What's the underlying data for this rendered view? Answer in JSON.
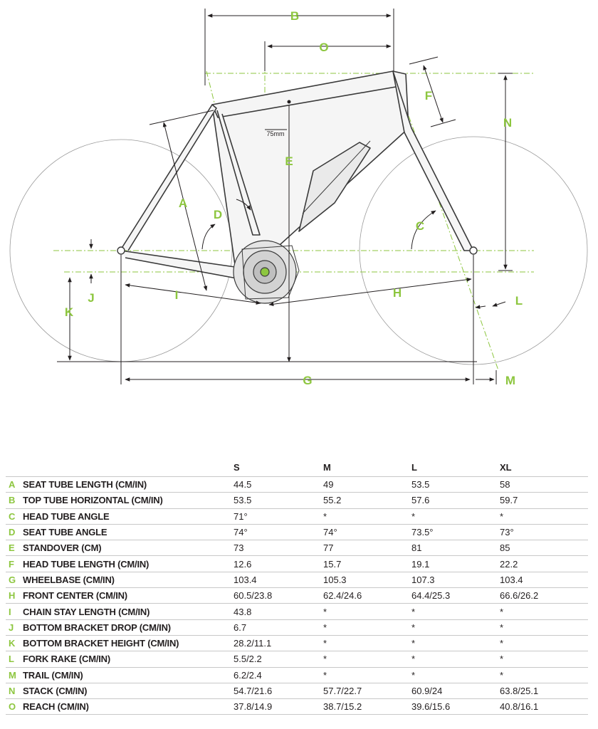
{
  "diagram": {
    "labels": {
      "A": "A",
      "B": "B",
      "C": "C",
      "D": "D",
      "E": "E",
      "F": "F",
      "G": "G",
      "H": "H",
      "I": "I",
      "J": "J",
      "K": "K",
      "L": "L",
      "M": "M",
      "N": "N",
      "O": "O"
    },
    "offset_note": "75mm"
  },
  "table": {
    "sizes": [
      "S",
      "M",
      "L",
      "XL"
    ],
    "rows": [
      {
        "letter": "A",
        "name": "SEAT TUBE LENGTH (CM/IN)",
        "values": [
          "44.5",
          "49",
          "53.5",
          "58"
        ]
      },
      {
        "letter": "B",
        "name": "TOP TUBE HORIZONTAL (CM/IN)",
        "values": [
          "53.5",
          "55.2",
          "57.6",
          "59.7"
        ]
      },
      {
        "letter": "C",
        "name": "HEAD TUBE ANGLE",
        "values": [
          "71°",
          "*",
          "*",
          "*"
        ]
      },
      {
        "letter": "D",
        "name": "SEAT TUBE ANGLE",
        "values": [
          "74°",
          "74°",
          "73.5°",
          "73°"
        ]
      },
      {
        "letter": "E",
        "name": "STANDOVER (CM)",
        "values": [
          "73",
          "77",
          "81",
          "85"
        ]
      },
      {
        "letter": "F",
        "name": "HEAD TUBE LENGTH (CM/IN)",
        "values": [
          "12.6",
          "15.7",
          "19.1",
          "22.2"
        ]
      },
      {
        "letter": "G",
        "name": "WHEELBASE (CM/IN)",
        "values": [
          "103.4",
          "105.3",
          "107.3",
          "103.4"
        ]
      },
      {
        "letter": "H",
        "name": "FRONT CENTER (CM/IN)",
        "values": [
          "60.5/23.8",
          "62.4/24.6",
          "64.4/25.3",
          "66.6/26.2"
        ]
      },
      {
        "letter": "I",
        "name": "CHAIN STAY LENGTH (CM/IN)",
        "values": [
          "43.8",
          "*",
          "*",
          "*"
        ]
      },
      {
        "letter": "J",
        "name": "BOTTOM BRACKET DROP (CM/IN)",
        "values": [
          "6.7",
          "*",
          "*",
          "*"
        ]
      },
      {
        "letter": "K",
        "name": "BOTTOM BRACKET HEIGHT (CM/IN)",
        "values": [
          "28.2/11.1",
          "*",
          "*",
          "*"
        ]
      },
      {
        "letter": "L",
        "name": "FORK RAKE (CM/IN)",
        "values": [
          "5.5/2.2",
          "*",
          "*",
          "*"
        ]
      },
      {
        "letter": "M",
        "name": "TRAIL (CM/IN)",
        "values": [
          "6.2/2.4",
          "*",
          "*",
          "*"
        ]
      },
      {
        "letter": "N",
        "name": "STACK (CM/IN)",
        "values": [
          "54.7/21.6",
          "57.7/22.7",
          "60.9/24",
          "63.8/25.1"
        ]
      },
      {
        "letter": "O",
        "name": "REACH (CM/IN)",
        "values": [
          "37.8/14.9",
          "38.7/15.2",
          "39.6/15.6",
          "40.8/16.1"
        ]
      }
    ]
  }
}
